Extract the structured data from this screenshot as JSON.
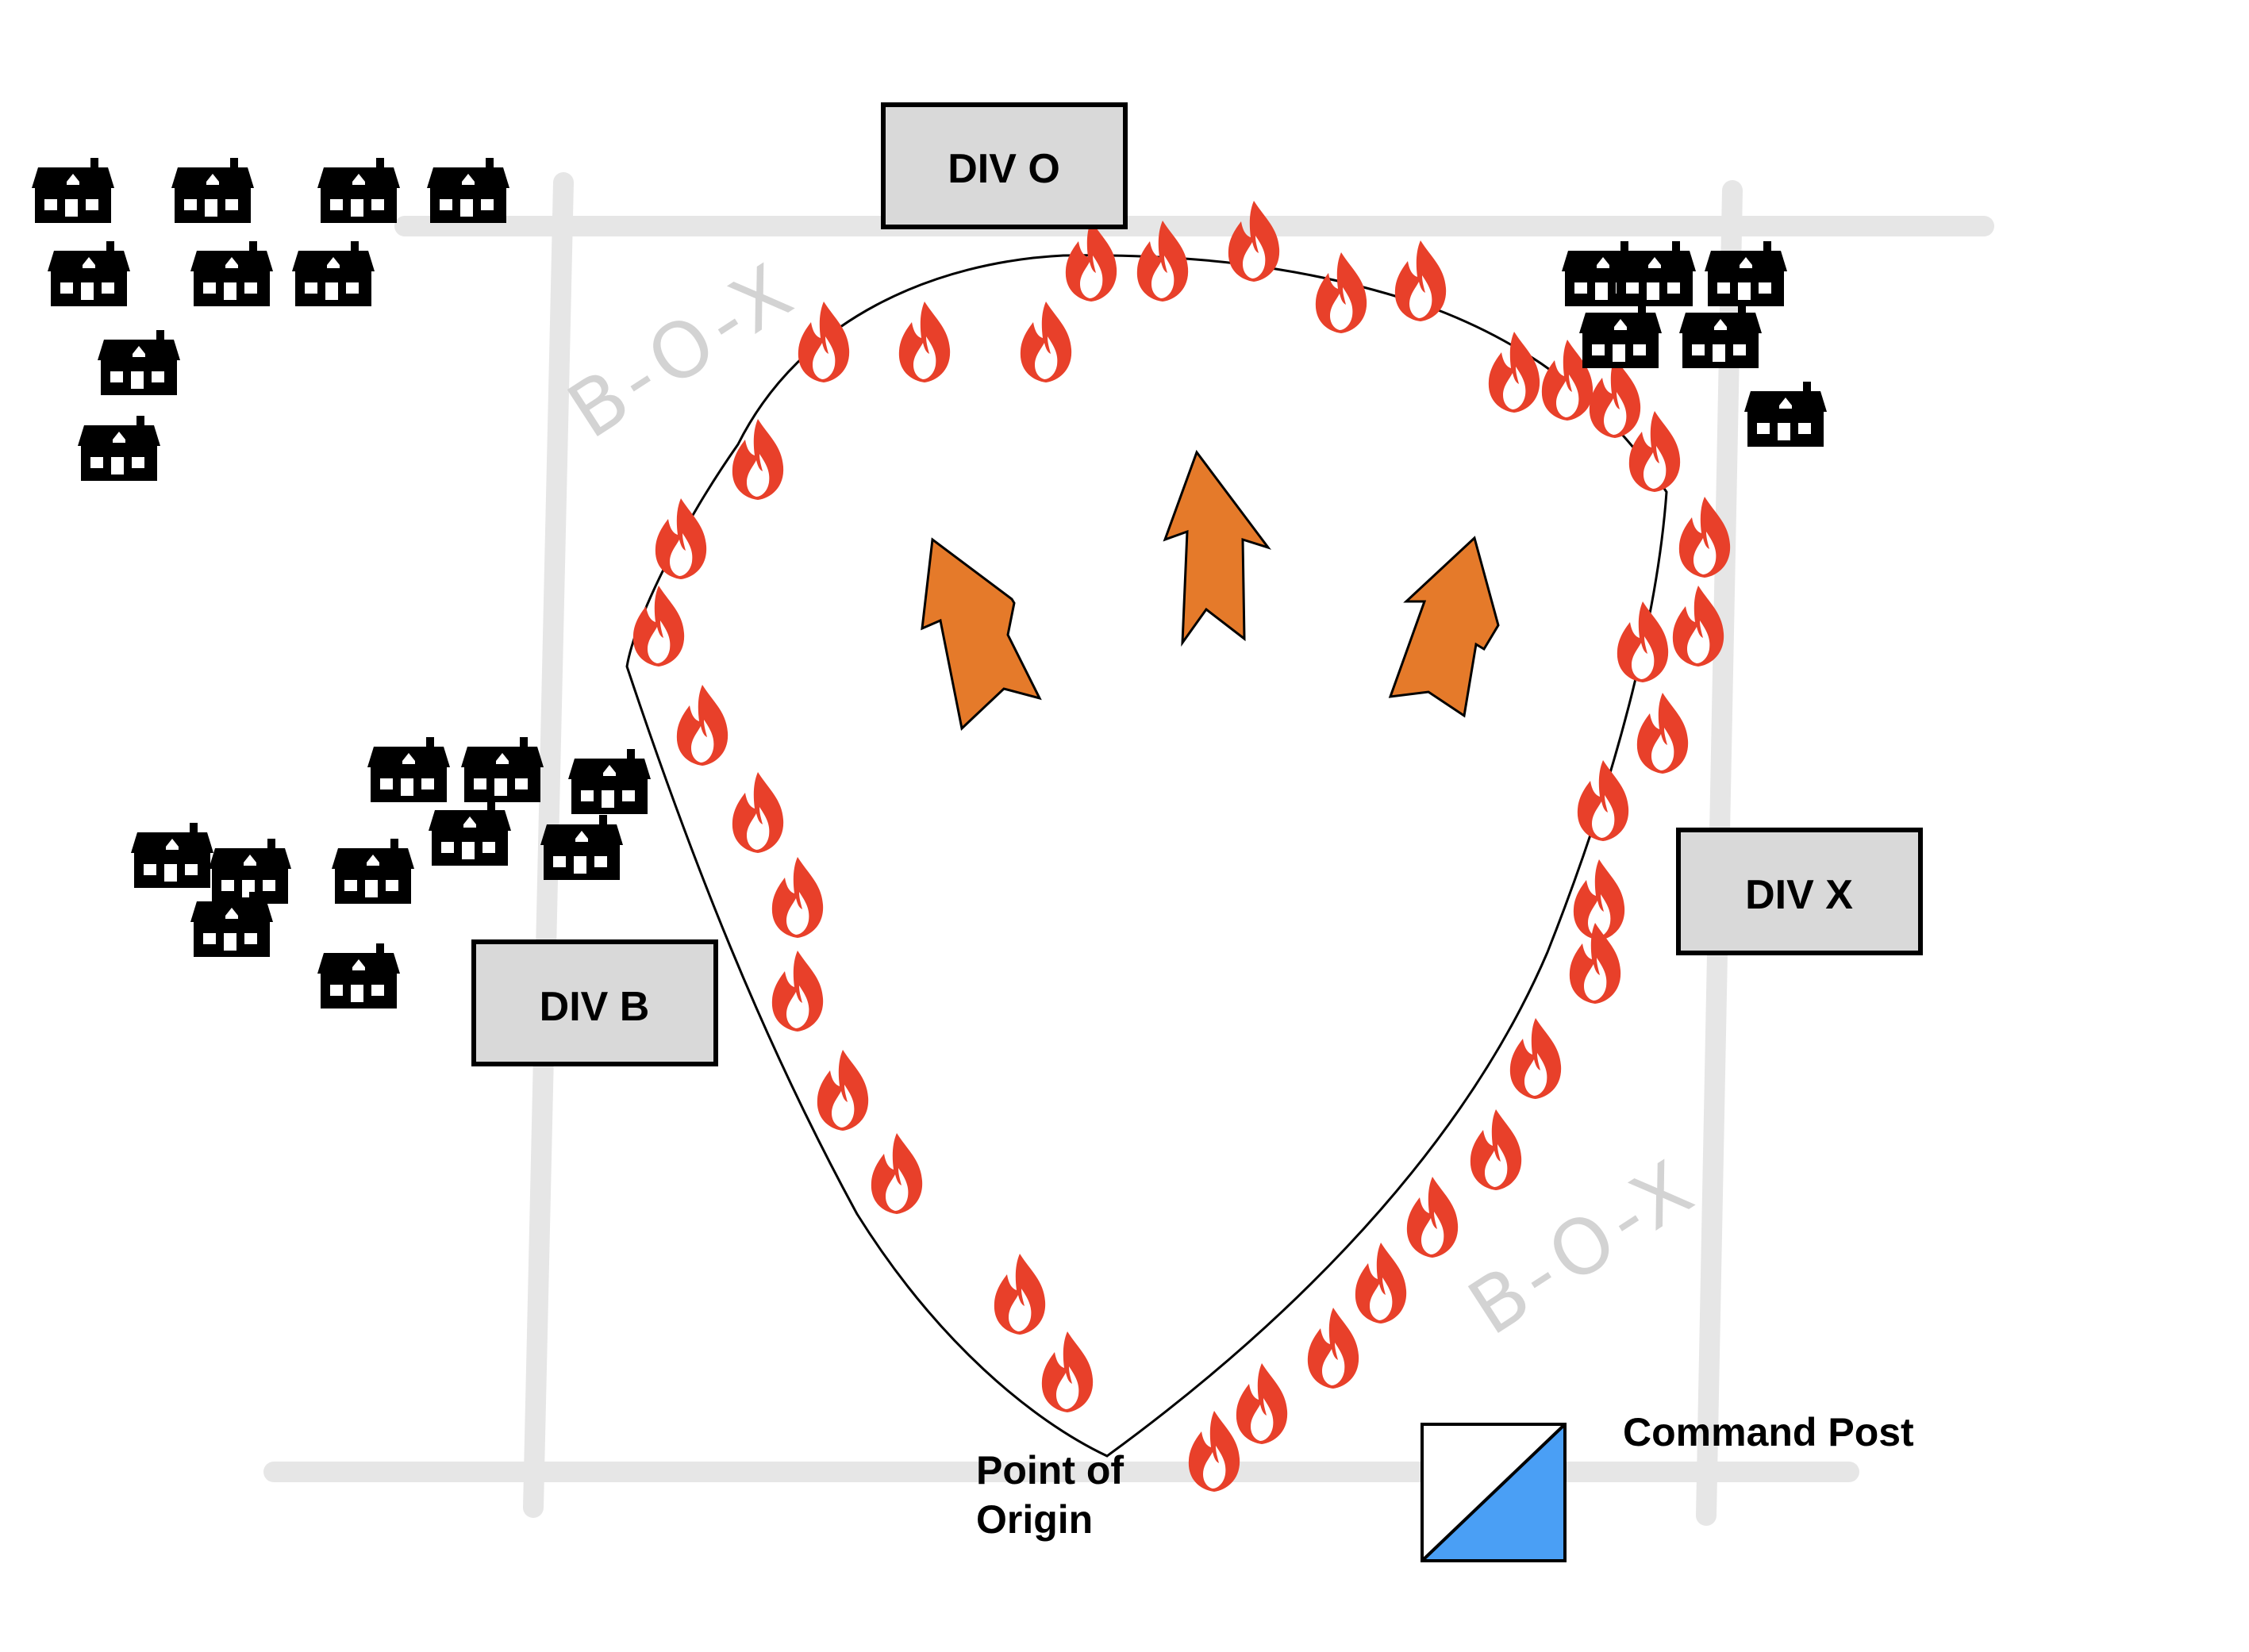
{
  "divisions": [
    {
      "id": "div-o",
      "label": "DIV O"
    },
    {
      "id": "div-x",
      "label": "DIV X"
    },
    {
      "id": "div-b",
      "label": "DIV B"
    }
  ],
  "road_labels": [
    "B-O-X",
    "B-O-X"
  ],
  "point_of_origin": {
    "line1": "Point of",
    "line2": "Origin"
  },
  "command_post": {
    "label": "Command Post",
    "color": "#4a9ff5"
  },
  "colors": {
    "flame": "#e8402a",
    "arrow": "#e57a2a",
    "box_fill": "#d9d9d9",
    "road": "#e6e6e6"
  },
  "icons": [
    "house-icon",
    "flame-icon",
    "spread-arrow-icon",
    "command-post-icon"
  ]
}
